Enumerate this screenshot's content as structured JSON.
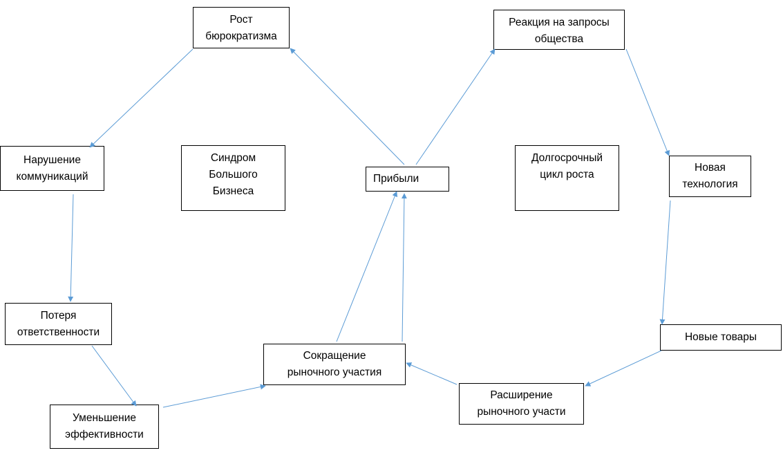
{
  "diagram": {
    "colors": {
      "arrow": "#5b9bd5",
      "border": "#000000",
      "text": "#000000"
    },
    "nodes": {
      "rost": [
        "Рост",
        "бюрократизма"
      ],
      "reakciya": [
        "Реакция на запросы",
        "общества"
      ],
      "narushenie": [
        "Нарушение",
        "коммуникаций"
      ],
      "sindrom": [
        "Синдром",
        "Большого",
        "Бизнеса"
      ],
      "pribyli": [
        "Прибыли"
      ],
      "dolgosrochny": [
        "Долгосрочный",
        "цикл роста"
      ],
      "novaya": [
        "Новая",
        "технология"
      ],
      "poterya": [
        "Потеря",
        "ответственности"
      ],
      "novye_tovary": [
        "Новые товары"
      ],
      "sokrashchenie": [
        "Сокращение",
        "рыночного участия"
      ],
      "rasshirenie": [
        "Расширение",
        "рыночного участи"
      ],
      "umenshenie": [
        "Уменьшение",
        "эффективности"
      ]
    }
  }
}
